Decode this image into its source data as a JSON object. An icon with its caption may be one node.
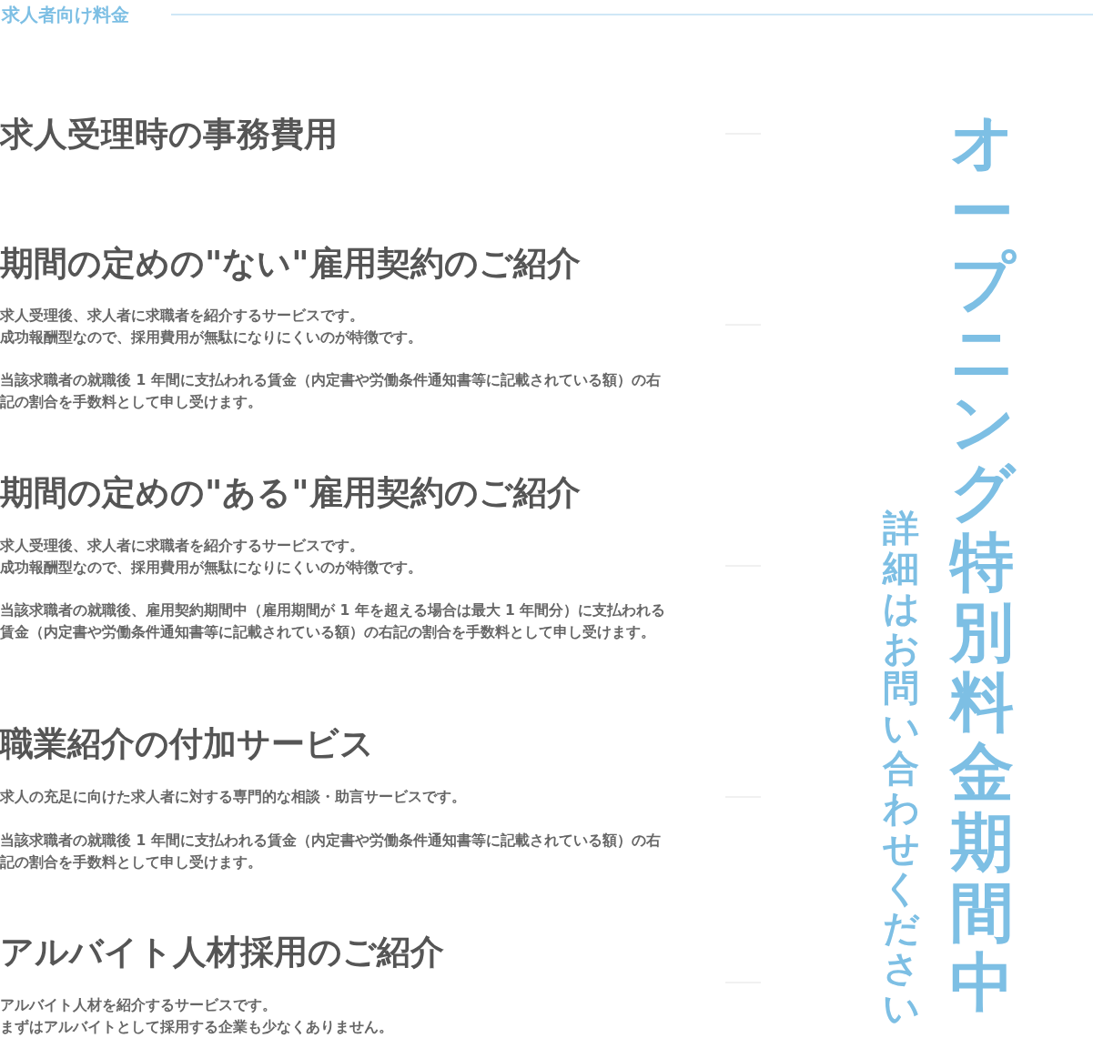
{
  "diagram": {
    "labels": [
      "求人者向け料金",
      "求人受理時の事務費用",
      "期間の定めの\"**ない**\"雇用契約のご紹介",
      "求人受理後、求人者に求職者を紹介するサービスです。",
      "成功報酬型なので、採用費用が無駄になりにくいのが特徴です。",
      "当該求職者の就職後 1 年間に支払われる賃金（内定書や労働条件通知書等に記載されている額）の右記の割合を手数料として申し受けます。",
      "期間の定めの\"**ある**\"雇用契約のご紹介",
      "求人受理後、求人者に求職者を紹介するサービスです。",
      "成功報酬型なので、採用費用が無駄になりにくいのが特徴です。",
      "当該求職者の就職後、雇用契約期間中（雇用期間が 1 年を超える場合は最大 1 年間分）に支払われる賃金（内定書や労働条件通知書等に記載されている額）の右記の割合を手数料として申し受けます。",
      "職業紹介の付加サービス",
      "求人の充足に向けた求人者に対する専門的な相談・助言サービスです。",
      "当該求職者の就職後 1 年間に支払われる賃金（内定書や労働条件通知書等に記載されている額）の右記の割合を手数料として申し受けます。",
      "アルバイト人材採用のご紹介",
      "アルバイト人材を紹介するサービスです。",
      "まずはアルバイトとして採用する企業も少なくありません。",
      "オープニング特別料金期間中",
      "詳細はお問い合わせください"
    ]
  }
}
